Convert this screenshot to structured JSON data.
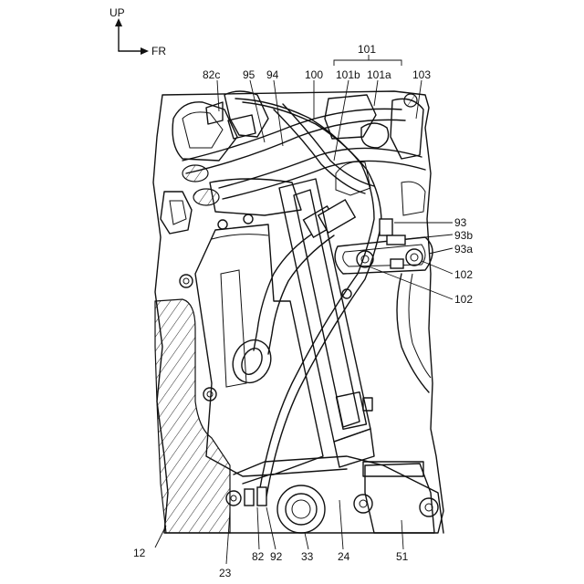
{
  "axes": {
    "up": "UP",
    "forward": "FR"
  },
  "labels": {
    "l101": "101",
    "l82c": "82c",
    "l95": "95",
    "l94": "94",
    "l100": "100",
    "l101b": "101b",
    "l101a": "101a",
    "l103": "103",
    "l93": "93",
    "l93b": "93b",
    "l93a": "93a",
    "l102_upper": "102",
    "l102_lower": "102",
    "l12": "12",
    "l23": "23",
    "l82": "82",
    "l92": "92",
    "l33": "33",
    "l24": "24",
    "l51": "51"
  }
}
